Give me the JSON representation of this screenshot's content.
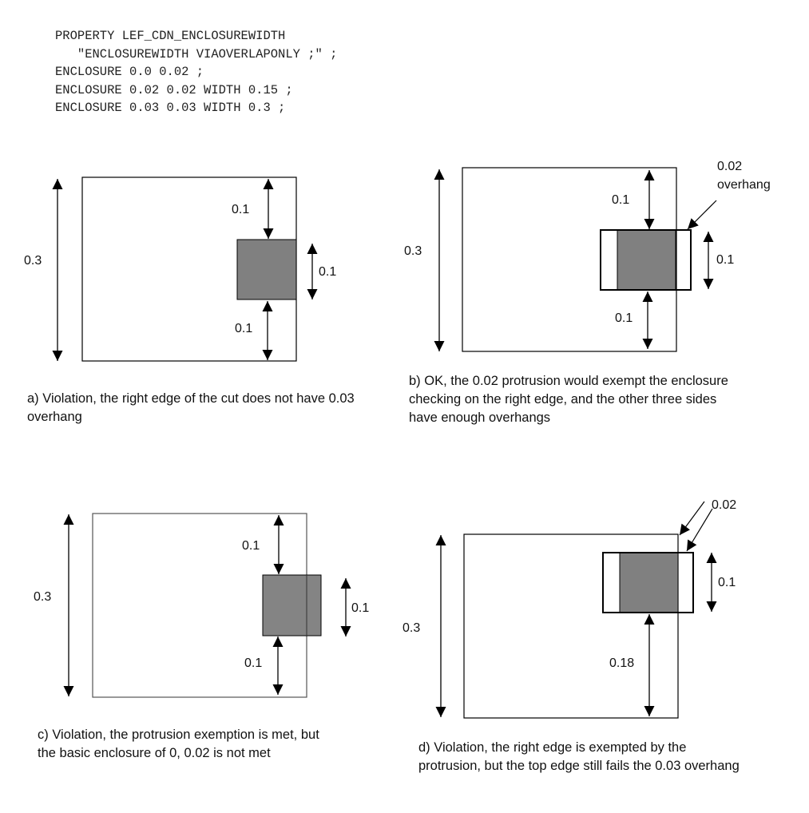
{
  "code_lines": [
    "PROPERTY LEF_CDN_ENCLOSUREWIDTH",
    "   \"ENCLOSUREWIDTH VIAOVERLAPONLY ;\" ;",
    "ENCLOSURE 0.0 0.02 ;",
    "ENCLOSURE 0.02 0.02 WIDTH 0.15 ;",
    "ENCLOSURE 0.03 0.03 WIDTH 0.3 ;"
  ],
  "panels": {
    "a": {
      "height_label": "0.3",
      "top_label": "0.1",
      "cut_label": "0.1",
      "bottom_label": "0.1",
      "caption": "a) Violation, the right edge of the cut does not have 0.03 overhang"
    },
    "b": {
      "height_label": "0.3",
      "top_label": "0.1",
      "cut_label": "0.1",
      "bottom_label": "0.1",
      "overhang_value": "0.02",
      "overhang_word": "overhang",
      "caption": "b) OK, the 0.02 protrusion would exempt the enclosure checking on the right edge, and the other three sides have enough overhangs"
    },
    "c": {
      "height_label": "0.3",
      "top_label": "0.1",
      "cut_label": "0.1",
      "bottom_label": "0.1",
      "caption": "c) Violation, the protrusion exemption is met, but the basic enclosure of 0, 0.02 is not met"
    },
    "d": {
      "height_label": "0.3",
      "cut_label": "0.1",
      "bottom_label": "0.18",
      "protrusion_label": "0.02",
      "caption": "d) Violation, the right edge is exempted by the protrusion, but the top edge still fails the 0.03 overhang"
    }
  },
  "colors": {
    "cut_fill": "#808080",
    "line": "#000000"
  }
}
